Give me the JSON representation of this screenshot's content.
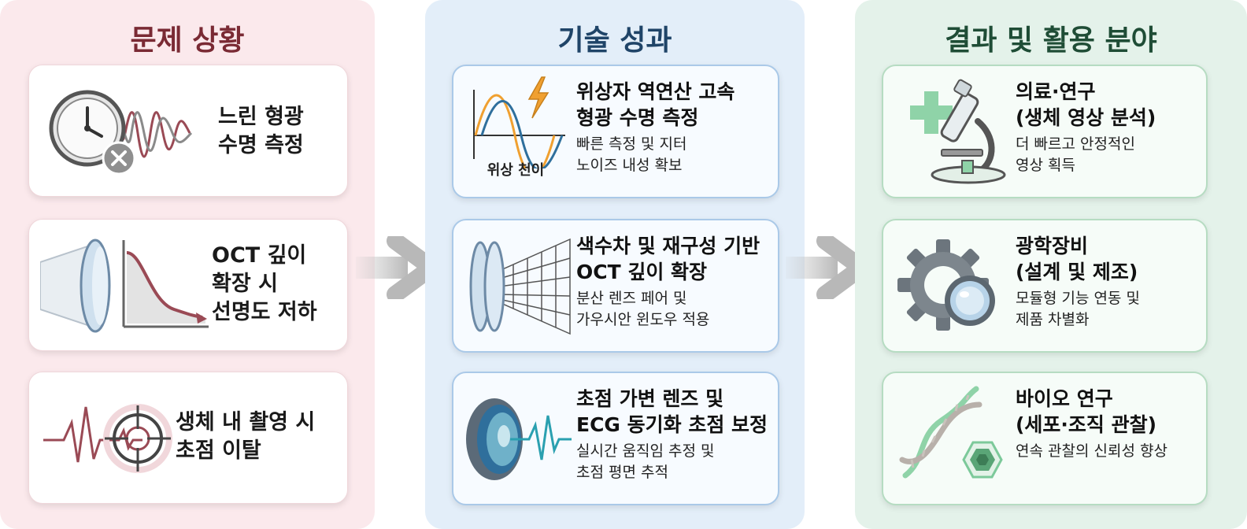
{
  "columns": {
    "problem": {
      "title": "문제 상황",
      "cards": [
        {
          "lines": [
            "느린 형광",
            "수명 측정"
          ]
        },
        {
          "lines": [
            "OCT 깊이",
            "확장 시",
            "선명도 저하"
          ]
        },
        {
          "lines": [
            "생체 내 촬영 시",
            "초점 이탈"
          ]
        }
      ]
    },
    "tech": {
      "title": "기술 성과",
      "cards": [
        {
          "title_lines": [
            "위상자 역연산 고속",
            "형광 수명 측정"
          ],
          "desc_lines": [
            "빠른 측정 및 지터",
            "노이즈 내성 확보"
          ],
          "icon_label": "위상 천이"
        },
        {
          "title_lines": [
            "색수차 및 재구성 기반",
            "OCT 깊이 확장"
          ],
          "desc_lines": [
            "분산 렌즈 페어 및",
            "가우시안 윈도우 적용"
          ]
        },
        {
          "title_lines": [
            "초점 가변 렌즈 및",
            "ECG 동기화 초점 보정"
          ],
          "desc_lines": [
            "실시간 움직임 추정 및",
            "초점 평면 추적"
          ]
        }
      ]
    },
    "result": {
      "title": "결과 및 활용 분야",
      "cards": [
        {
          "title_lines": [
            "의료·연구",
            "(생체 영상 분석)"
          ],
          "desc_lines": [
            "더 빠르고 안정적인",
            "영상 획득"
          ]
        },
        {
          "title_lines": [
            "광학장비",
            "(설계 및 제조)"
          ],
          "desc_lines": [
            "모듈형 기능 연동 및",
            "제품 차별화"
          ]
        },
        {
          "title_lines": [
            "바이오 연구",
            "(세포·조직 관찰)"
          ],
          "desc_lines": [
            "연속 관찰의 신뢰성 향상"
          ]
        }
      ]
    }
  },
  "colors": {
    "problem_bg": "#fbe9ec",
    "tech_bg": "#e3eef9",
    "result_bg": "#e4f2ea",
    "arrow": "#c4c4c4",
    "accent_red": "#9a4a55",
    "accent_blue": "#2f6f9c",
    "accent_orange": "#f0a030",
    "accent_green": "#7cc99a"
  },
  "icons": {
    "problem": [
      "clock-icon",
      "lens-signal-decay-icon",
      "target-signal-icon"
    ],
    "tech": [
      "phase-shift-wave-icon",
      "lens-grid-icon",
      "focus-lens-ecg-icon"
    ],
    "result": [
      "microscope-cross-icon",
      "gear-lens-icon",
      "dna-cell-icon"
    ]
  }
}
